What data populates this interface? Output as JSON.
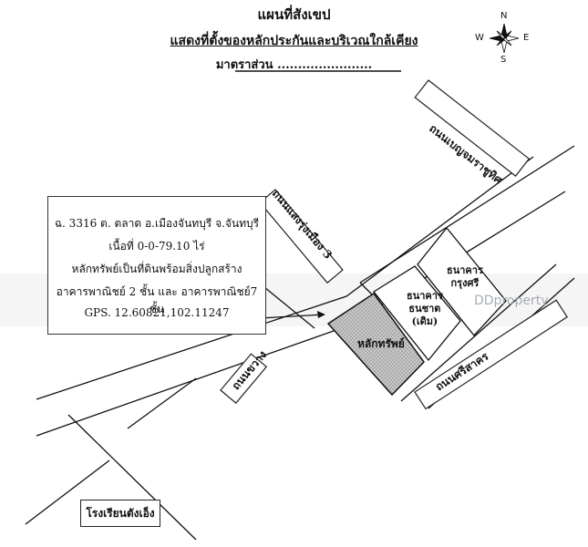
{
  "title": {
    "main": "แผนที่สังเขป",
    "subtitle": "แสดงที่ตั้งของหลักประกันและบริเวณใกล้เคียง",
    "scale_label": "มาตราส่วน ......................."
  },
  "compass": {
    "n": "N",
    "s": "S",
    "e": "E",
    "w": "W"
  },
  "roads": {
    "benchama": "ถนนเบญจมราชูทิศ",
    "saeng_rung_muang": "ถนนแสงรุ่งเมือง 3",
    "khwang": "ถนนขวาง",
    "sri_sakhon": "ถนนศรีสาคร"
  },
  "buildings": {
    "krungsri_line1": "ธนาคาร",
    "krungsri_line2": "กรุงศรี",
    "thanachart_line1": "ธนาคาร",
    "thanachart_line2": "ธนชาต",
    "thanachart_line3": "(เดิม)",
    "collateral": "หลักทรัพย์"
  },
  "info": {
    "line1": "ฉ. 3316 ต. ตลาด อ.เมืองจันทบุรี   จ.จันทบุรี",
    "line2": "เนื้อที่ 0-0-79.10 ไร่",
    "line3": "หลักทรัพย์เป็นที่ดินพร้อมสิ่งปลูกสร้าง",
    "line4": "อาคารพาณิชย์ 2 ชั้น และ อาคารพาณิชย์7 ชั้น",
    "line5": "GPS.  12.60821,102.11247"
  },
  "school": "โรงเรียนตังเอ็ง",
  "watermark": "DDproperty"
}
